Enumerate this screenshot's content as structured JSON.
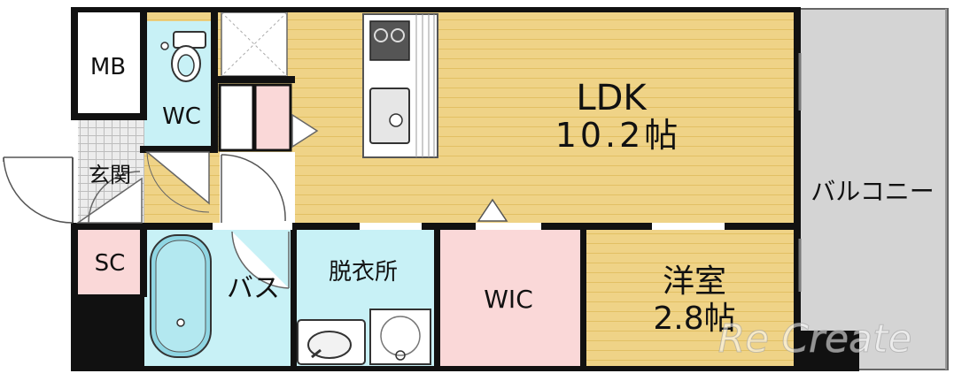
{
  "rooms": {
    "mb": "MB",
    "wc": "WC",
    "genkan": "玄関",
    "sc": "SC",
    "bath": "バス",
    "dressing": "脱衣所",
    "wic": "WIC",
    "ldk_name": "LDK",
    "ldk_size": "10.2帖",
    "western_name": "洋室",
    "western_size": "2.8帖",
    "balcony": "バルコニー"
  },
  "watermark": "Re Create",
  "colors": {
    "wall": "#111111",
    "wood": "#efd387",
    "wood_line": "#e2c064",
    "wet_blue": "#c8f1f6",
    "pink": "#fad8d8",
    "balcony_gray": "#d4d4d4",
    "tile": "#d9d9d9"
  }
}
